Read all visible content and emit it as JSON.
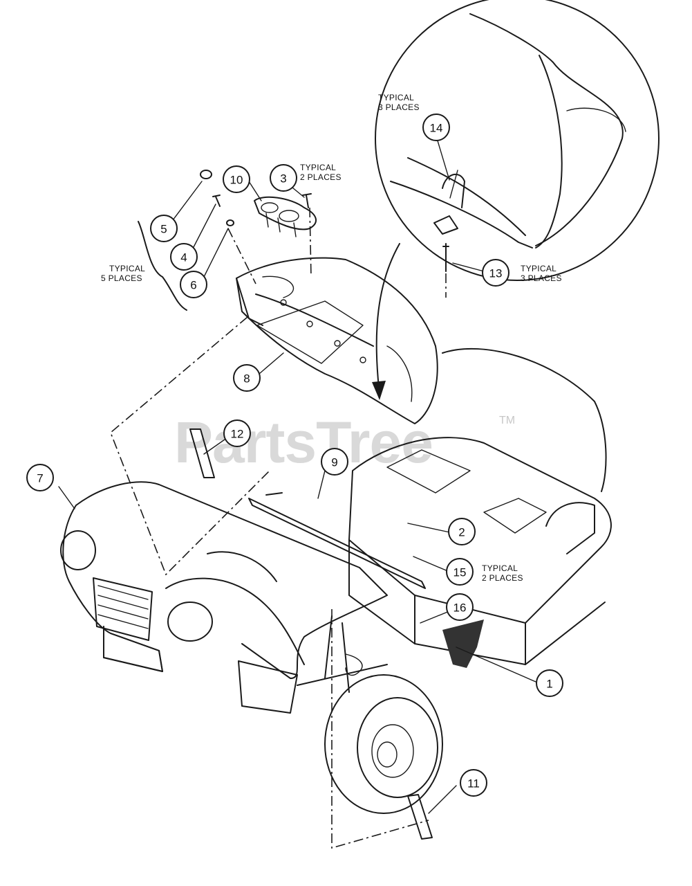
{
  "watermark": {
    "text": "PartsTree",
    "tm": "TM"
  },
  "callouts": [
    {
      "n": "1"
    },
    {
      "n": "2"
    },
    {
      "n": "3"
    },
    {
      "n": "4"
    },
    {
      "n": "5"
    },
    {
      "n": "6"
    },
    {
      "n": "7"
    },
    {
      "n": "8"
    },
    {
      "n": "9"
    },
    {
      "n": "10"
    },
    {
      "n": "11"
    },
    {
      "n": "12"
    },
    {
      "n": "13"
    },
    {
      "n": "14"
    },
    {
      "n": "15"
    },
    {
      "n": "16"
    }
  ],
  "notes": {
    "typical_3_places_top": [
      "TYPICAL",
      "3 PLACES"
    ],
    "typical_2_places_3": [
      "TYPICAL",
      "2 PLACES"
    ],
    "typical_5_places": [
      "TYPICAL",
      "5 PLACES"
    ],
    "typical_3_places_13": [
      "TYPICAL",
      "3 PLACES"
    ],
    "typical_2_places_15": [
      "TYPICAL",
      "2 PLACES"
    ]
  }
}
